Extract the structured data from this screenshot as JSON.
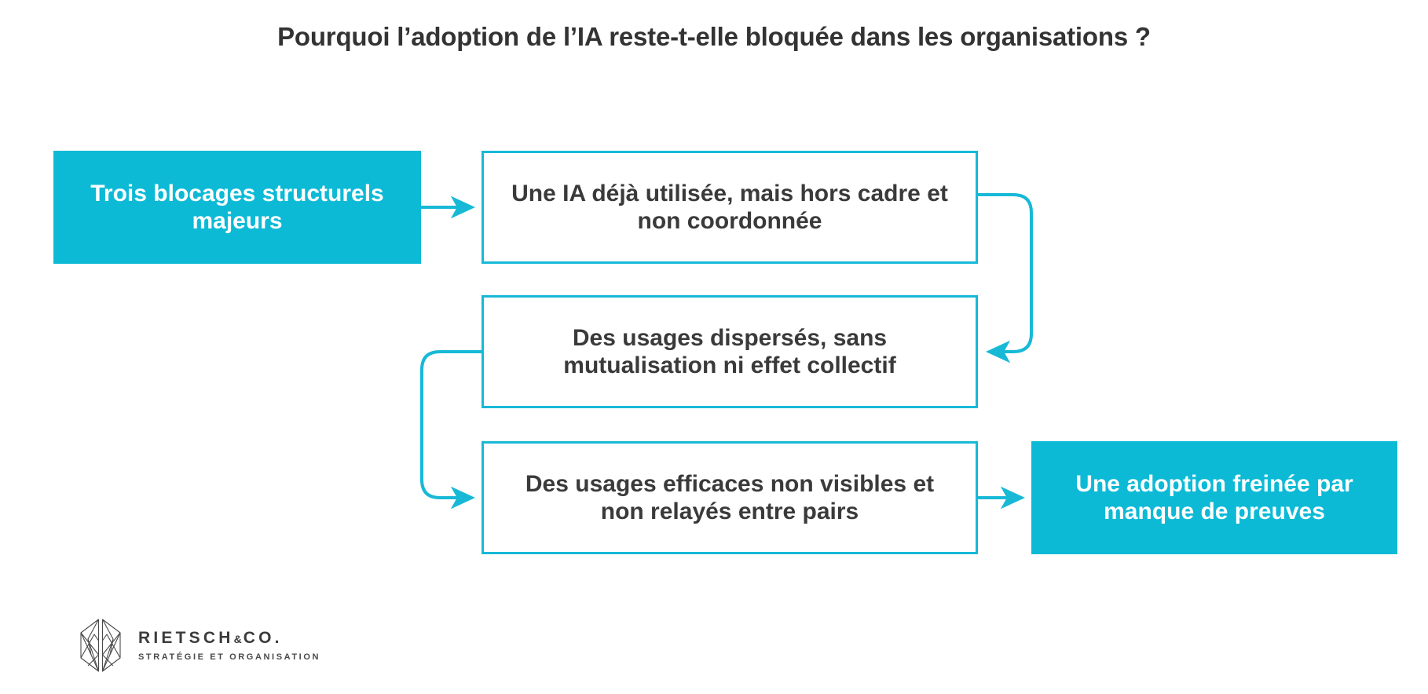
{
  "slide": {
    "title": "Pourquoi l’adoption de l’IA reste-t-elle bloquée dans les organisations ?",
    "background_color": "#FFFFFF",
    "accent_color": "#0CBAD6",
    "text_color": "#333333"
  },
  "diagram": {
    "source": {
      "label": "Trois blocages structurels majeurs",
      "style": "filled",
      "fill_color": "#0CBAD6",
      "text_color": "#FFFFFF"
    },
    "blocks": [
      {
        "label": "Une IA déjà utilisée, mais hors cadre et non coordonnée",
        "style": "outlined",
        "border_color": "#17B9D6",
        "text_color": "#3A3A3A"
      },
      {
        "label": "Des usages dispersés, sans mutualisation ni effet collectif",
        "style": "outlined",
        "border_color": "#17B9D6",
        "text_color": "#3A3A3A"
      },
      {
        "label": "Des usages efficaces non visibles et non relayés entre pairs",
        "style": "outlined",
        "border_color": "#17B9D6",
        "text_color": "#3A3A3A"
      }
    ],
    "outcome": {
      "label": "Une adoption freinée par manque de preuves",
      "style": "filled",
      "fill_color": "#0CBAD6",
      "text_color": "#FFFFFF"
    },
    "connectors": [
      {
        "name": "source-to-block-1",
        "from": "source",
        "to": "block-1",
        "shape": "straight-arrow",
        "direction": "right"
      },
      {
        "name": "block-1-to-block-2",
        "from": "block-1",
        "to": "block-2",
        "shape": "right-loop-arrow",
        "direction": "left"
      },
      {
        "name": "block-2-to-block-3",
        "from": "block-2",
        "to": "block-3",
        "shape": "left-loop-arrow",
        "direction": "right"
      },
      {
        "name": "block-3-to-outcome",
        "from": "block-3",
        "to": "outcome",
        "shape": "straight-arrow",
        "direction": "right"
      }
    ]
  },
  "logo": {
    "wordmark_primary": "RIETSCH",
    "wordmark_ampersand": "&",
    "wordmark_secondary": "CO.",
    "tagline": "STRATÉGIE ET ORGANISATION",
    "mark_color": "#4A4A4A"
  }
}
